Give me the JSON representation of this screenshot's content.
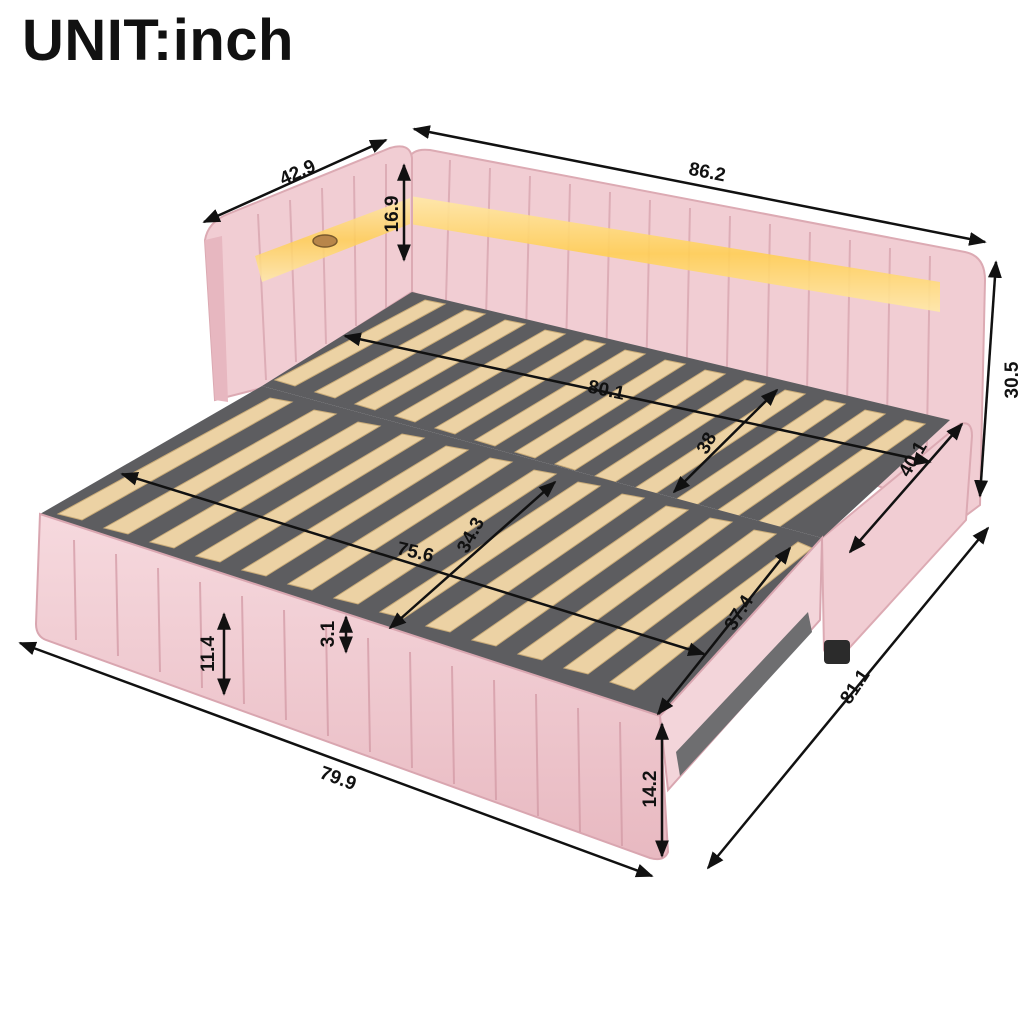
{
  "title": "UNIT:inch",
  "dimensions": {
    "headboard_depth": "42.9",
    "overall_length": "86.2",
    "light_panel_height": "16.9",
    "overall_height": "30.5",
    "main_deck_length": "80.1",
    "main_deck_width": "38",
    "arm_depth": "40.1",
    "trundle_deck_length": "75.6",
    "trundle_deck_width": "34.3",
    "trundle_outer_width": "37.4",
    "trundle_front_height": "11.4",
    "trundle_clearance": "3.1",
    "trundle_side_height": "14.2",
    "overall_depth_extended": "81.1",
    "trundle_length": "79.9"
  },
  "colors": {
    "upholstery": "#f1cdd3",
    "upholstery_shade": "#dcaab3",
    "led_glow": "#ffd36a",
    "slat": "#ecd2a4",
    "frame": "#6e6e70",
    "dimension_ink": "#111111"
  },
  "icons": [
    "usb-port-icon"
  ]
}
